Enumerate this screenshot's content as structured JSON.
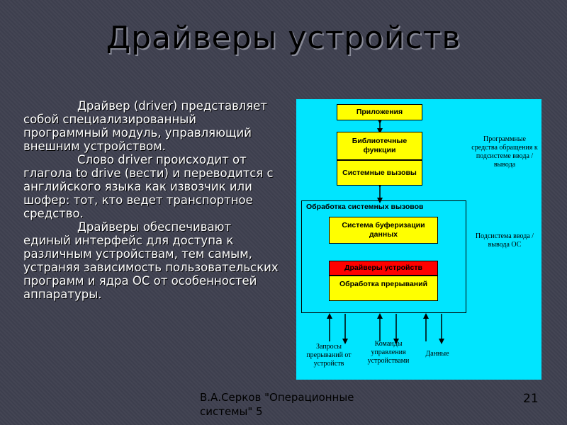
{
  "slide": {
    "title": "Драйверы устройств",
    "paragraphs": [
      "Драйвер (driver) представляет собой специализированный программный модуль, управляющий внешним устройством.",
      "Слово driver происходит от глагола to drive (вести) и переводится с английского языка как извозчик или шофер: тот, кто ведет транспортное средство.",
      "Драйверы обеспечивают единый интерфейс для доступа к различным устройствам, тем самым, устраняя зависимость пользовательских программ и ядра ОС от особенностей аппаратуры."
    ],
    "footer_author": "В.А.Серков \"Операционные системы\" 5",
    "page_number": "21"
  },
  "diagram": {
    "applications": "Приложения",
    "library_functions": "Библиотечные функции",
    "system_calls": "Системные вызовы",
    "syscall_processing": "Обработка системных вызовов",
    "buffering_system": "Система буферизации данных",
    "device_drivers": "Драйверы устройств",
    "interrupt_handling": "Обработка прерываний",
    "note_software": "Программные средства обращения к подсистеме ввода / вывода",
    "note_subsystem": "Подсистема ввода / вывода ОС",
    "label_requests": "Запросы прерываний от устройств",
    "label_commands": "Команды управления устройствами",
    "label_data": "Данные",
    "colors": {
      "background": "#00e5ff",
      "box": "#ffff00",
      "highlight": "#ff0000"
    }
  }
}
